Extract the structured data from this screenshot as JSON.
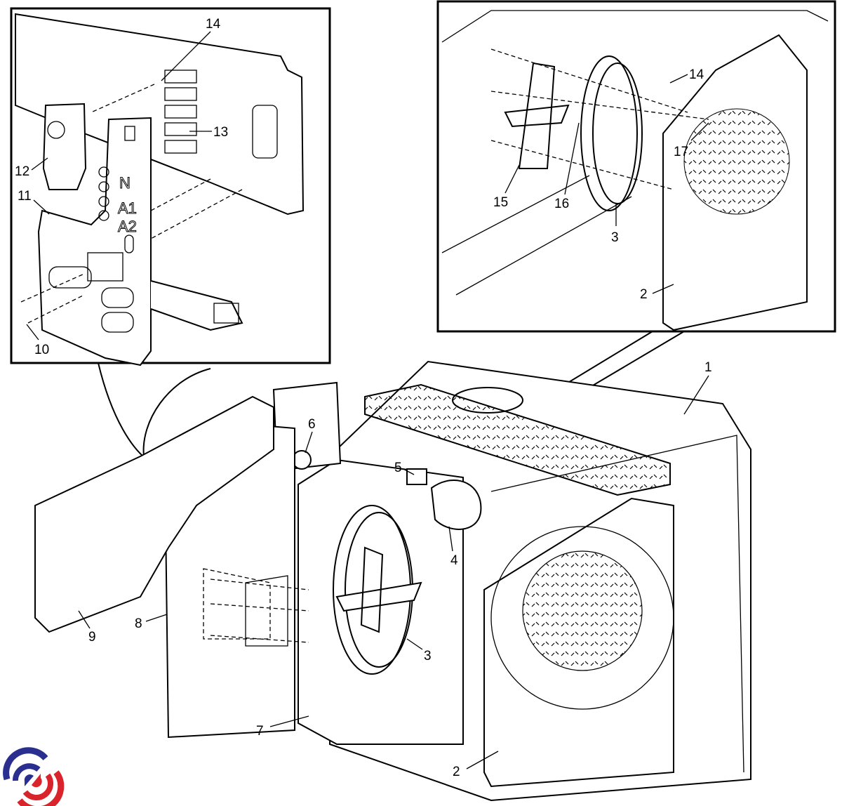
{
  "callouts": {
    "inset_left": {
      "screw_top": "14",
      "terminal_block": "13",
      "fan_motor": "12",
      "control_panel": "11",
      "screw_bottom": "10"
    },
    "inset_right": {
      "screw": "14",
      "bracket_screw": "17",
      "fan_blade": "15",
      "nut": "16",
      "heating_element": "3",
      "fan_cover": "2"
    },
    "main": {
      "cavity": "1",
      "thermostat": "6",
      "lamp_holder": "5",
      "lamp": "4",
      "heating_element": "3",
      "back_panel": "9",
      "insulation": "8",
      "rear_wall": "7",
      "fan_cover": "2"
    }
  },
  "panel_marks": {
    "n": "N",
    "a1": "A1",
    "a2": "A2"
  },
  "logo": {
    "name": "brand-logo",
    "colors": {
      "blue": "#2a2f8f",
      "red": "#d8242a"
    }
  }
}
